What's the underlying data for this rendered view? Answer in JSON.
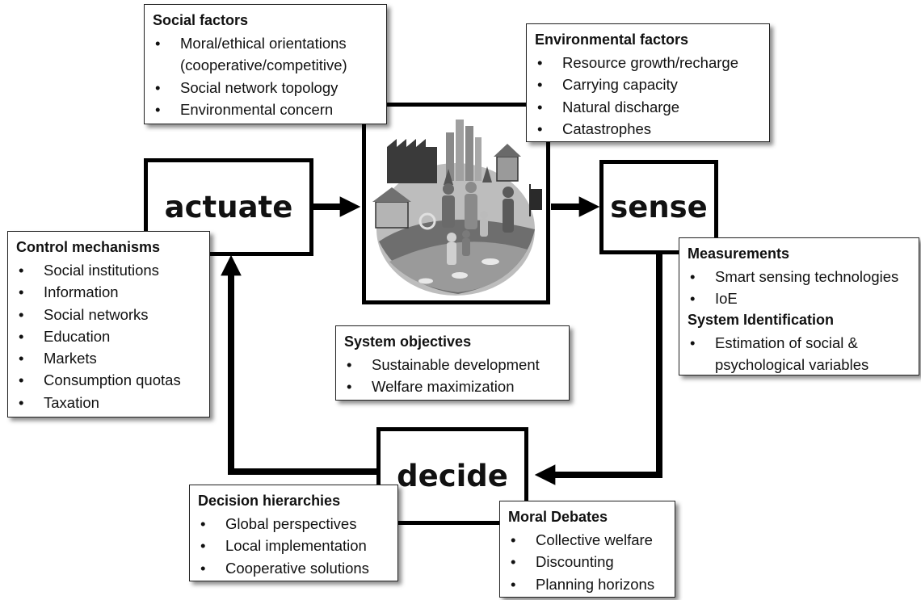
{
  "nodes": {
    "actuate": "actuate",
    "sense": "sense",
    "decide": "decide"
  },
  "picture": {
    "description_icon": "sustainable-society-icon"
  },
  "cards": {
    "social_factors": {
      "title": "Social factors",
      "items": [
        "Moral/ethical orientations",
        "(cooperative/competitive)",
        "Social network topology",
        "Environmental concern"
      ]
    },
    "environmental_factors": {
      "title": "Environmental factors",
      "items": [
        "Resource growth/recharge",
        "Carrying capacity",
        "Natural discharge",
        "Catastrophes"
      ]
    },
    "control_mechanisms": {
      "title": "Control mechanisms",
      "items": [
        "Social institutions",
        "Information",
        "Social networks",
        "Education",
        "Markets",
        "Consumption quotas",
        "Taxation"
      ]
    },
    "measurements": {
      "title": "Measurements",
      "items": [
        "Smart sensing technologies",
        "IoE"
      ],
      "title2": "System Identification",
      "items2": [
        "Estimation of social &",
        "psychological variables"
      ]
    },
    "system_objectives": {
      "title": "System objectives",
      "items": [
        "Sustainable development",
        "Welfare maximization"
      ]
    },
    "decision_hierarchies": {
      "title": "Decision hierarchies",
      "items": [
        "Global perspectives",
        "Local implementation",
        "Cooperative solutions"
      ]
    },
    "moral_debates": {
      "title": "Moral Debates",
      "items": [
        "Collective welfare",
        "Discounting",
        "Planning horizons"
      ]
    }
  },
  "colors": {
    "line": "#000000",
    "card_bg": "#ffffff",
    "picture_dark": "#4a4a4a",
    "picture_light": "#c8c8c8"
  }
}
